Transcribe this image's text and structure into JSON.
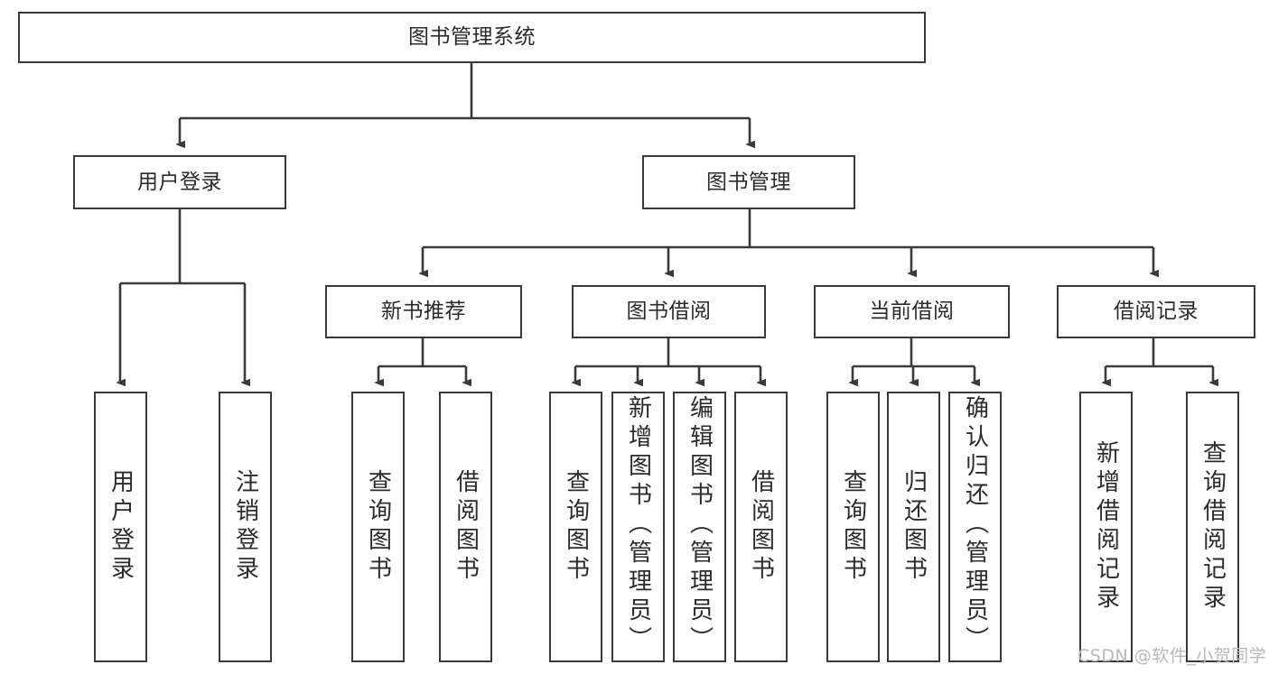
{
  "diagram": {
    "title": "图书管理系统",
    "type": "tree",
    "root": {
      "label": "图书管理系统"
    },
    "level1": [
      {
        "label": "用户登录"
      },
      {
        "label": "图书管理"
      }
    ],
    "level2": [
      {
        "label": "新书推荐",
        "parent": "图书管理"
      },
      {
        "label": "图书借阅",
        "parent": "图书管理"
      },
      {
        "label": "当前借阅",
        "parent": "图书管理"
      },
      {
        "label": "借阅记录",
        "parent": "图书管理"
      }
    ],
    "leaves": {
      "user_login": [
        {
          "label": "用户登录"
        },
        {
          "label": "注销登录"
        }
      ],
      "new_book_recommend": [
        {
          "label": "查询图书"
        },
        {
          "label": "借阅图书"
        }
      ],
      "book_borrow": [
        {
          "label": "查询图书"
        },
        {
          "label": "新增图书（管理员）"
        },
        {
          "label": "编辑图书（管理员）"
        },
        {
          "label": "借阅图书"
        }
      ],
      "current_borrow": [
        {
          "label": "查询图书"
        },
        {
          "label": "归还图书"
        },
        {
          "label": "确认归还（管理员）"
        }
      ],
      "borrow_record": [
        {
          "label": "新增借阅记录"
        },
        {
          "label": "查询借阅记录"
        }
      ]
    }
  },
  "watermark": {
    "text": "CSDN @软件_小贺同学"
  },
  "colors": {
    "stroke": "#3a3a3a",
    "background": "#ffffff",
    "text": "#2b2b2b",
    "watermark": "#b9b9b9"
  }
}
